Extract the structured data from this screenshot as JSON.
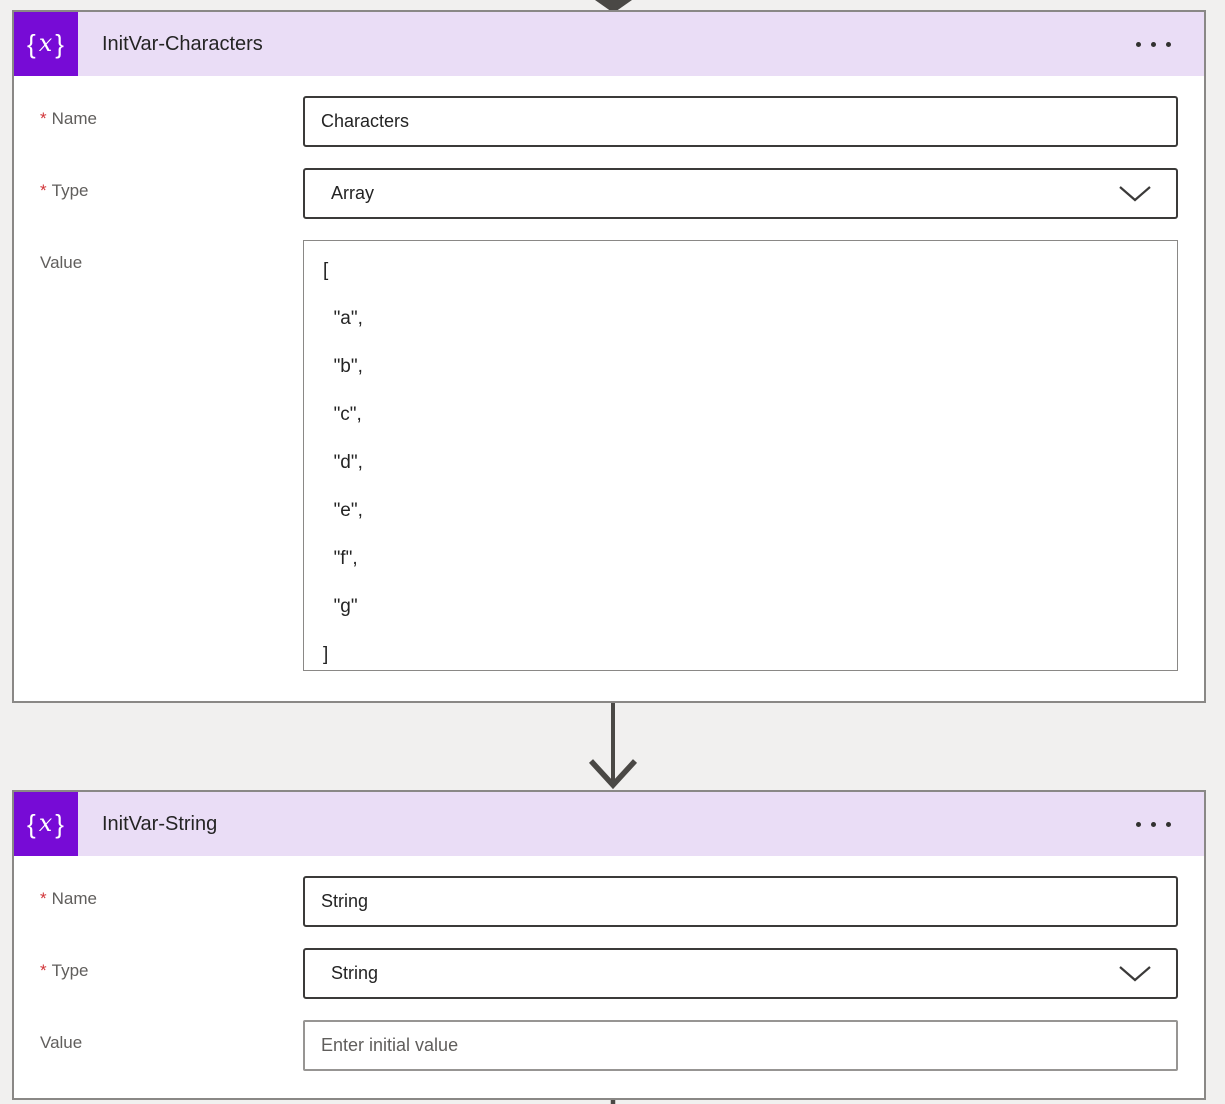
{
  "colors": {
    "page_background": "#f1f0ef",
    "card_header_background": "#eaddf6",
    "action_icon_background": "#770bd6",
    "required_asterisk": "#d13438",
    "connector_arrow": "#4a4845",
    "input_border_dark": "#3b3a39",
    "input_border_gray": "#979593"
  },
  "icons": {
    "variable": {
      "brace_left": "{",
      "x": "x",
      "brace_right": "}"
    }
  },
  "card1": {
    "title": "InitVar-Characters",
    "fields": {
      "name": {
        "required": "*",
        "label": "Name",
        "value": "Characters"
      },
      "type": {
        "required": "*",
        "label": "Type",
        "value": "Array"
      },
      "value": {
        "label": "Value",
        "content": "[\n  \"a\",\n  \"b\",\n  \"c\",\n  \"d\",\n  \"e\",\n  \"f\",\n  \"g\"\n]"
      }
    }
  },
  "card2": {
    "title": "InitVar-String",
    "fields": {
      "name": {
        "required": "*",
        "label": "Name",
        "value": "String"
      },
      "type": {
        "required": "*",
        "label": "Type",
        "value": "String"
      },
      "value": {
        "label": "Value",
        "placeholder": "Enter initial value"
      }
    }
  }
}
